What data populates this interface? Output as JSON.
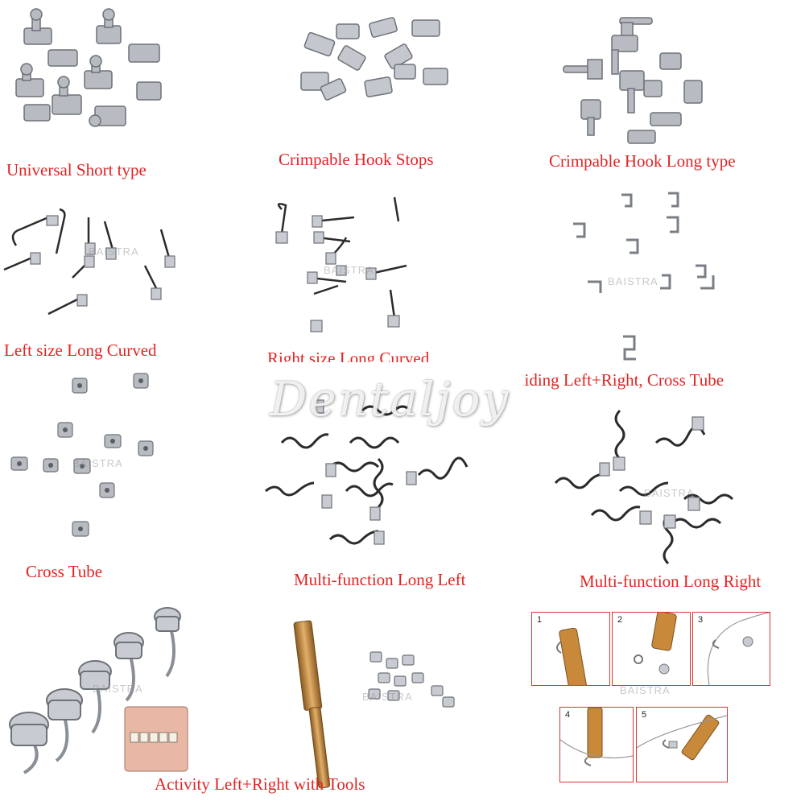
{
  "labels": {
    "universal_short": "Universal Short type",
    "crimpable_stops": "Crimpable Hook Stops",
    "crimpable_long": "Crimpable Hook Long type",
    "left_long_curved": "Left size Long Curved",
    "right_long_curved": "Right size Long Curved",
    "sliding_cross": "Sliding Left+Right, Cross Tube",
    "cross_tube": "Cross Tube",
    "multi_left": "Multi-function Long Left",
    "multi_right": "Multi-function Long Right",
    "activity_tools": "Activity Left+Right with Tools"
  },
  "watermark": "Dentaljoy",
  "faint_mark": "BAISTRA",
  "steps": [
    "1",
    "2",
    "3",
    "4",
    "5"
  ],
  "colors": {
    "label": "#e02424",
    "metal": "#b8bcc2",
    "metal_dark": "#6d7278",
    "brass": "#c8893a",
    "wire": "#2b2b2b"
  }
}
